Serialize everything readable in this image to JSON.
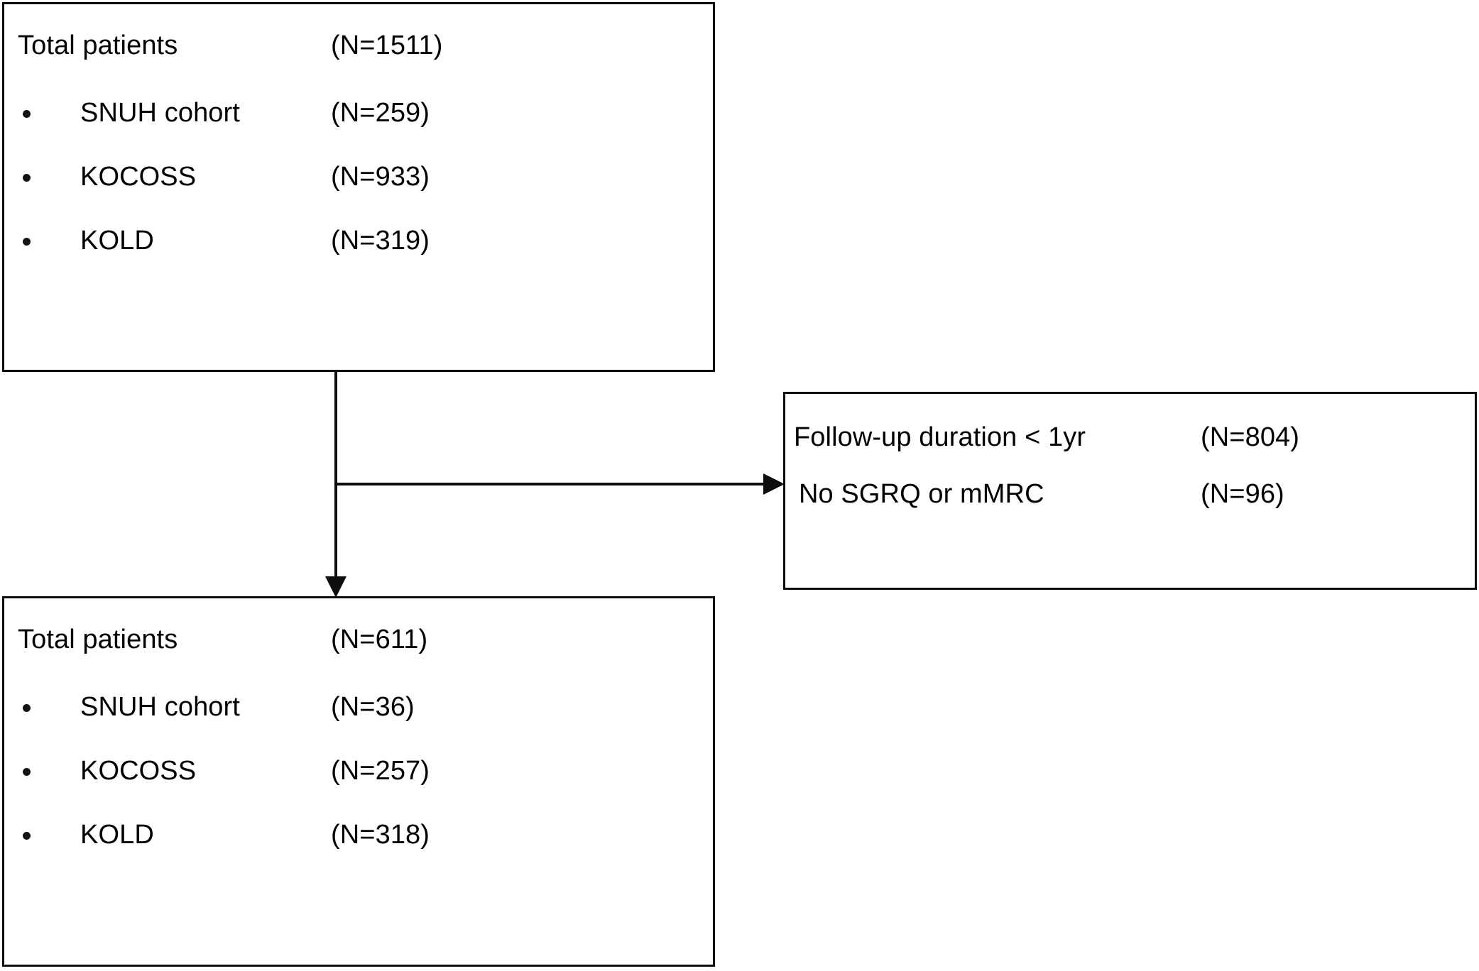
{
  "figure": {
    "type": "patient-selection-flowchart",
    "background_color": "#ffffff",
    "line_color": "#0d0d0d",
    "text_color": "#000000"
  },
  "screened_box": {
    "header": {
      "label": "Total patients",
      "count": "(N=1511)"
    },
    "cohorts": [
      {
        "label": "SNUH cohort",
        "count": "(N=259)",
        "bullet": "bullet-dot"
      },
      {
        "label": "KOCOSS",
        "count": "(N=933)",
        "bullet": "bullet-dot"
      },
      {
        "label": "KOLD",
        "count": "(N=319)",
        "bullet": "bullet-dot"
      }
    ]
  },
  "excluded_box": {
    "criteria": [
      {
        "label": "Follow-up duration < 1yr",
        "count": "(N=804)"
      },
      {
        "label": "No SGRQ or mMRC",
        "count": "(N=96)"
      }
    ]
  },
  "included_box": {
    "header": {
      "label": "Total patients",
      "count": "(N=611)"
    },
    "cohorts": [
      {
        "label": "SNUH cohort",
        "count": "(N=36)",
        "bullet": "bullet-dot"
      },
      {
        "label": "KOCOSS",
        "count": "(N=257)",
        "bullet": "bullet-dot"
      },
      {
        "label": "KOLD",
        "count": "(N=318)",
        "bullet": "bullet-dot"
      }
    ]
  },
  "connectors": {
    "trunk": "vertical-line-down-arrow",
    "branch": "horizontal-line-right-arrow"
  }
}
